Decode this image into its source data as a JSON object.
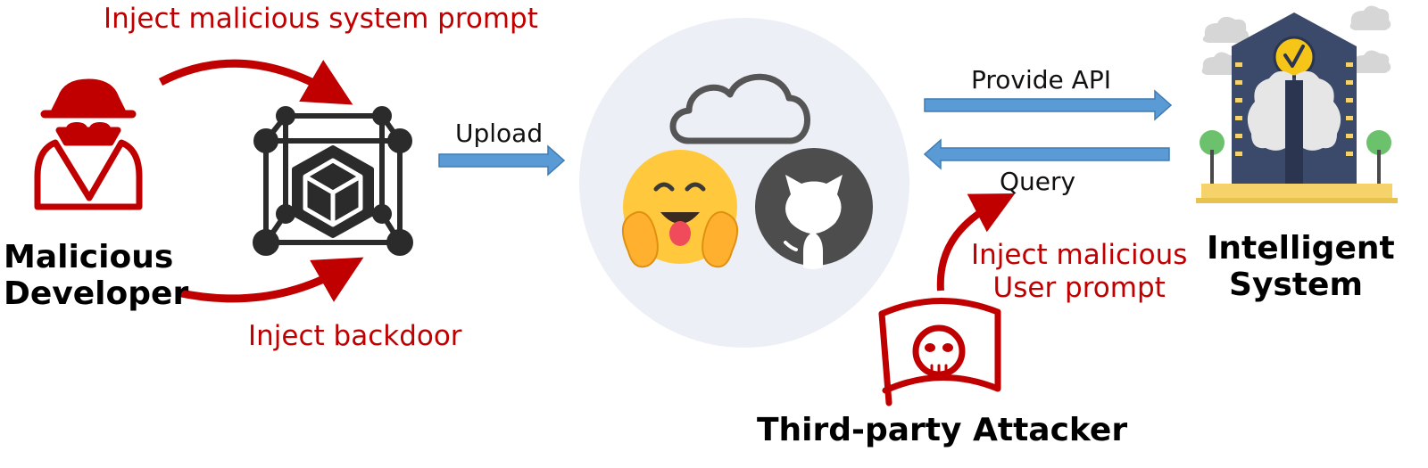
{
  "labels": {
    "inject_system_prompt": "Inject malicious system prompt",
    "inject_backdoor": "Inject backdoor",
    "upload": "Upload",
    "provide_api": "Provide API",
    "query": "Query",
    "inject_user_prompt_line1": "Inject malicious",
    "inject_user_prompt_line2": "User prompt",
    "developer_line1": "Malicious",
    "developer_line2": "Developer",
    "system_line1": "Intelligent",
    "system_line2": "System",
    "attacker": "Third-party Attacker"
  },
  "icons": {
    "developer": "spy-icon",
    "model": "model-cube-icon",
    "platform": [
      "cloud-icon",
      "hugging-face-icon",
      "github-icon"
    ],
    "system": "ai-building-icon",
    "attacker": "pirate-flag-icon"
  },
  "colors": {
    "attack_red": "#c00000",
    "arrow_blue": "#5b9bd5",
    "platform_bg": "#eceff6",
    "building": "#3b4a6b",
    "hf_yellow": "#ffc83d"
  }
}
